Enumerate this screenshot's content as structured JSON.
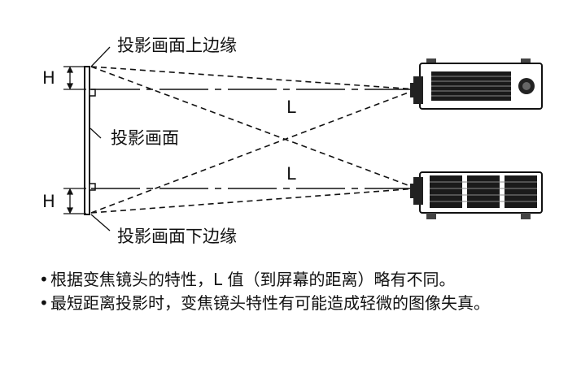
{
  "labels": {
    "screen_top_edge": "投影画面上边缘",
    "screen": "投影画面",
    "screen_bottom_edge": "投影画面下边缘",
    "h_top": "H",
    "h_bottom": "H",
    "distance_top": "L",
    "distance_bottom": "L"
  },
  "notes": [
    {
      "bullet": "•",
      "text": "根据变焦镜头的特性，L 值（到屏幕的距离）略有不同。"
    },
    {
      "bullet": "•",
      "text": "最短距离投影时，变焦镜头特性有可能造成轻微的图像失真。"
    }
  ]
}
